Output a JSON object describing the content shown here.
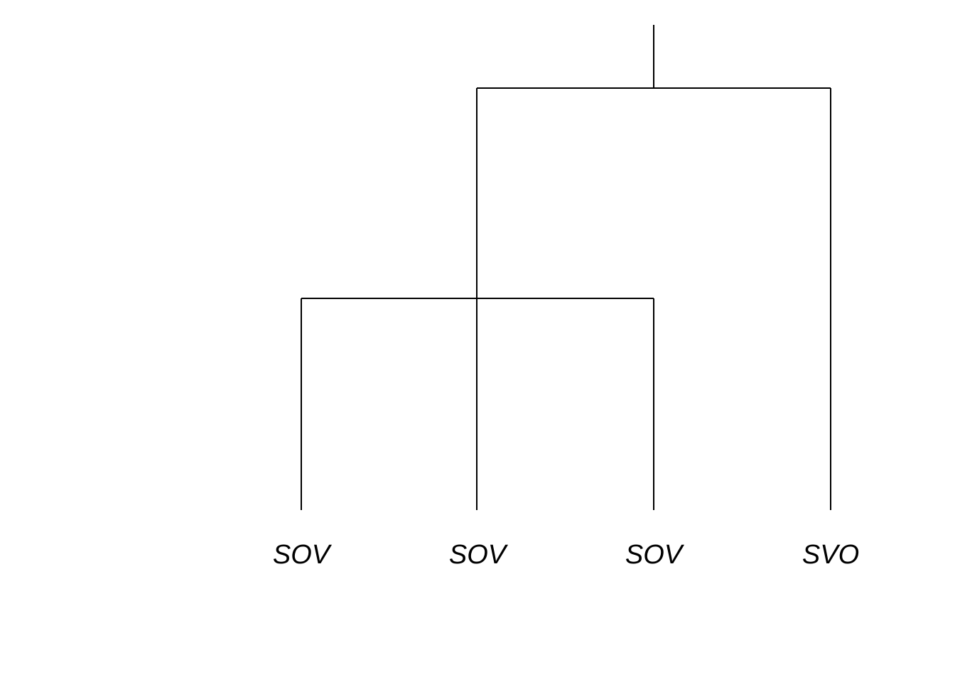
{
  "diagram": {
    "type": "dendrogram",
    "line_color": "#000000",
    "background": "#ffffff",
    "leaves": [
      {
        "id": "leaf-1",
        "label": "SOV"
      },
      {
        "id": "leaf-2",
        "label": "SOV"
      },
      {
        "id": "leaf-3",
        "label": "SOV"
      },
      {
        "id": "leaf-4",
        "label": "SVO"
      }
    ],
    "clusters": [
      {
        "id": "cluster-a",
        "children": [
          "leaf-1",
          "leaf-3"
        ]
      },
      {
        "id": "cluster-root",
        "children": [
          "leaf-2",
          "leaf-4"
        ]
      }
    ]
  }
}
